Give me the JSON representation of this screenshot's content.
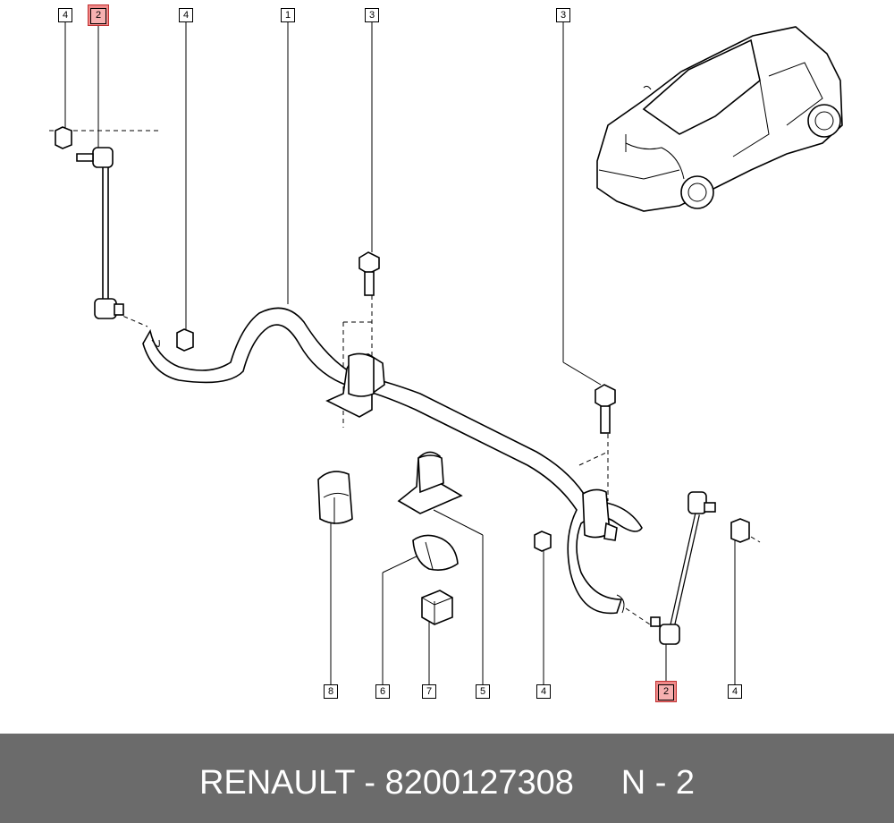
{
  "callouts": [
    {
      "id": "c-4-a",
      "label": "4",
      "highlight": false
    },
    {
      "id": "c-2-a",
      "label": "2",
      "highlight": true
    },
    {
      "id": "c-4-b",
      "label": "4",
      "highlight": false
    },
    {
      "id": "c-1",
      "label": "1",
      "highlight": false
    },
    {
      "id": "c-3-a",
      "label": "3",
      "highlight": false
    },
    {
      "id": "c-3-b",
      "label": "3",
      "highlight": false
    },
    {
      "id": "c-8",
      "label": "8",
      "highlight": false
    },
    {
      "id": "c-6",
      "label": "6",
      "highlight": false
    },
    {
      "id": "c-7",
      "label": "7",
      "highlight": false
    },
    {
      "id": "c-5",
      "label": "5",
      "highlight": false
    },
    {
      "id": "c-4-c",
      "label": "4",
      "highlight": false
    },
    {
      "id": "c-2-b",
      "label": "2",
      "highlight": true
    },
    {
      "id": "c-4-d",
      "label": "4",
      "highlight": false
    }
  ],
  "footer": {
    "text": "RENAULT - 8200127308     N - 2"
  },
  "colors": {
    "highlight": "#f08a8a",
    "footer_bg": "#6b6b6b",
    "footer_text": "#ffffff"
  }
}
